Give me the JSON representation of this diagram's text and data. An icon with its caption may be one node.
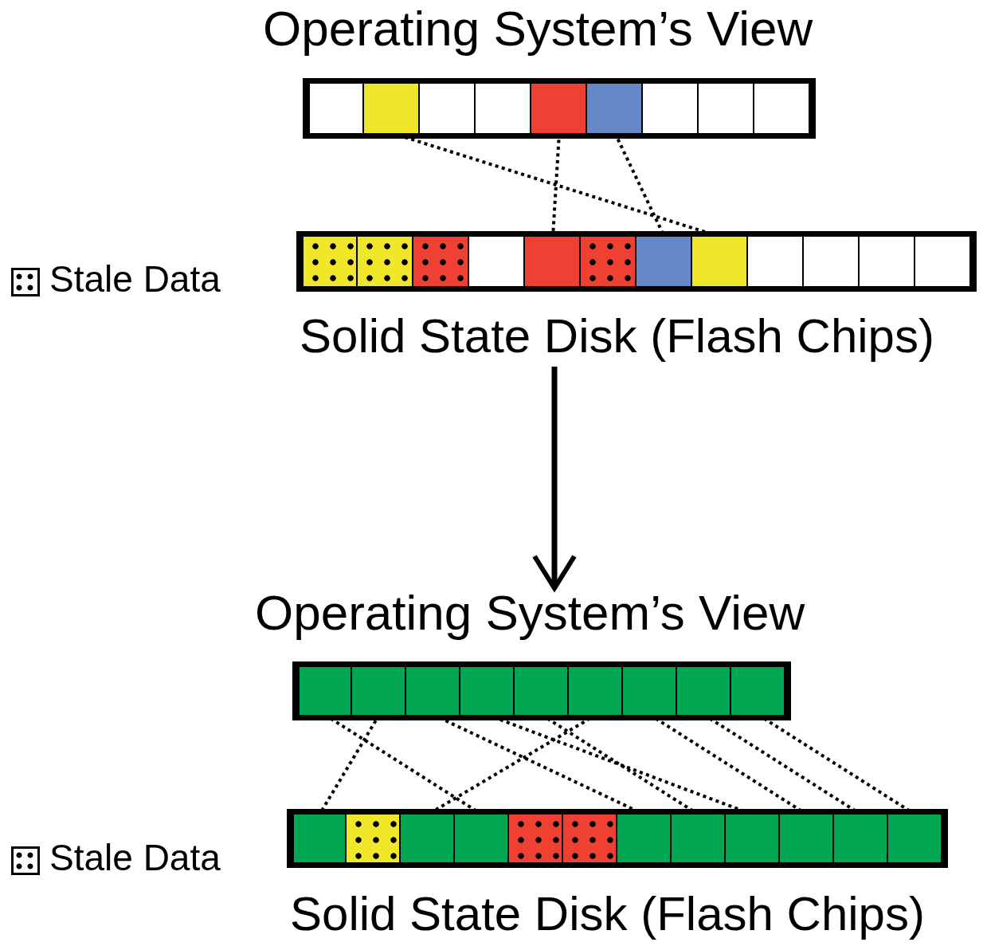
{
  "diagram": {
    "nodes": [
      {
        "text": [
          "Operating System’s View"
        ]
      },
      {
        "text": [],
        "shape": "box",
        "in": 0
      },
      {
        "text": [],
        "shape": "box",
        "in": 0
      },
      {
        "text": [],
        "shape": "box",
        "in": 0
      },
      {
        "text": [],
        "shape": "box",
        "in": 0
      },
      {
        "text": [],
        "shape": "box",
        "in": 0
      },
      {
        "text": [],
        "shape": "box",
        "in": 0
      },
      {
        "text": [],
        "shape": "box",
        "in": 0
      },
      {
        "text": [],
        "shape": "box",
        "in": 0
      },
      {
        "text": [],
        "shape": "box",
        "in": 0
      },
      {
        "text": [
          "Solid State Disk (Flash Chips)"
        ]
      },
      {
        "text": [],
        "shape": "box",
        "in": 10
      },
      {
        "text": [],
        "shape": "box",
        "in": 10
      },
      {
        "text": [],
        "shape": "box",
        "in": 10
      },
      {
        "text": [],
        "shape": "box",
        "in": 10
      },
      {
        "text": [],
        "shape": "box",
        "in": 10
      },
      {
        "text": [],
        "shape": "box",
        "in": 10
      },
      {
        "text": [],
        "shape": "box",
        "in": 10
      },
      {
        "text": [],
        "shape": "box",
        "in": 10
      },
      {
        "text": [],
        "shape": "box",
        "in": 10
      },
      {
        "text": [],
        "shape": "box",
        "in": 10
      },
      {
        "text": [],
        "shape": "box",
        "in": 10
      },
      {
        "text": [],
        "shape": "box",
        "in": 10
      },
      {
        "text": [
          "Operating System’s View"
        ]
      },
      {
        "text": [],
        "shape": "box",
        "in": 23
      },
      {
        "text": [],
        "shape": "box",
        "in": 23
      },
      {
        "text": [],
        "shape": "box",
        "in": 23
      },
      {
        "text": [],
        "shape": "box",
        "in": 23
      },
      {
        "text": [],
        "shape": "box",
        "in": 23
      },
      {
        "text": [],
        "shape": "box",
        "in": 23
      },
      {
        "text": [],
        "shape": "box",
        "in": 23
      },
      {
        "text": [],
        "shape": "box",
        "in": 23
      },
      {
        "text": [],
        "shape": "box",
        "in": 23
      },
      {
        "text": [
          "Solid State Disk (Flash Chips)"
        ]
      },
      {
        "text": [],
        "shape": "box",
        "in": 33
      },
      {
        "text": [],
        "shape": "box",
        "in": 33
      },
      {
        "text": [],
        "shape": "box",
        "in": 33
      },
      {
        "text": [],
        "shape": "box",
        "in": 33
      },
      {
        "text": [],
        "shape": "box",
        "in": 33
      },
      {
        "text": [],
        "shape": "box",
        "in": 33
      },
      {
        "text": [],
        "shape": "box",
        "in": 33
      },
      {
        "text": [],
        "shape": "box",
        "in": 33
      },
      {
        "text": [],
        "shape": "box",
        "in": 33
      },
      {
        "text": [],
        "shape": "box",
        "in": 33
      },
      {
        "text": [],
        "shape": "box",
        "in": 33
      },
      {
        "text": [],
        "shape": "box",
        "in": 33
      }
    ],
    "edges": [
      {
        "from": 2,
        "to": 18,
        "arrow": "none",
        "style": "dashed"
      },
      {
        "from": 5,
        "to": 15,
        "arrow": "none",
        "style": "dashed"
      },
      {
        "from": 6,
        "to": 17,
        "arrow": "none",
        "style": "dashed"
      },
      {
        "from": 10,
        "to": 23,
        "arrow": "to"
      },
      {
        "from": 24,
        "to": 37,
        "arrow": "none",
        "style": "dashed"
      },
      {
        "from": 25,
        "to": 34,
        "arrow": "none",
        "style": "dashed"
      },
      {
        "from": 26,
        "to": 40,
        "arrow": "none",
        "style": "dashed"
      },
      {
        "from": 27,
        "to": 42,
        "arrow": "none",
        "style": "dashed"
      },
      {
        "from": 28,
        "to": 41,
        "arrow": "none",
        "style": "dashed"
      },
      {
        "from": 29,
        "to": 36,
        "arrow": "none",
        "style": "dashed"
      },
      {
        "from": 30,
        "to": 43,
        "arrow": "none",
        "style": "dashed"
      },
      {
        "from": 31,
        "to": 44,
        "arrow": "none",
        "style": "dashed"
      },
      {
        "from": 32,
        "to": 45,
        "arrow": "none",
        "style": "dashed"
      }
    ],
    "legend": [
      {
        "text": "Stale Data"
      },
      {
        "text": "Stale Data"
      }
    ]
  }
}
